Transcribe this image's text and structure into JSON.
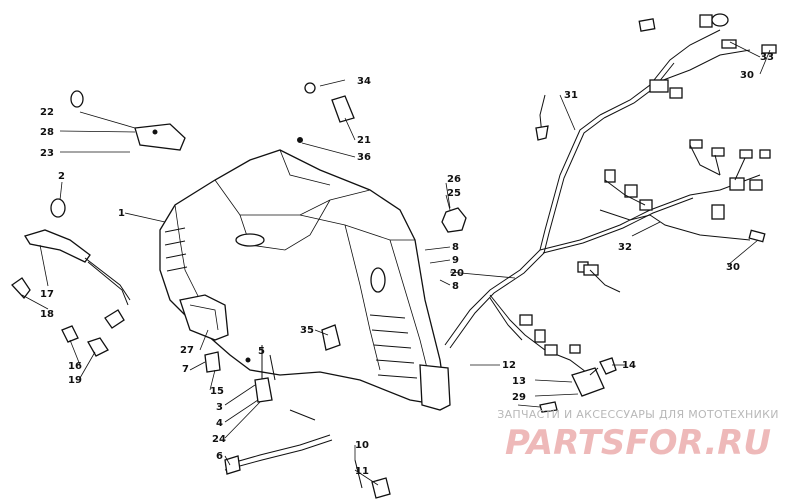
{
  "callouts": [
    {
      "id": "c34",
      "text": "34"
    },
    {
      "id": "c22",
      "text": "22"
    },
    {
      "id": "c28",
      "text": "28"
    },
    {
      "id": "c23",
      "text": "23"
    },
    {
      "id": "c21",
      "text": "21"
    },
    {
      "id": "c36",
      "text": "36"
    },
    {
      "id": "c31",
      "text": "31"
    },
    {
      "id": "c33",
      "text": "33"
    },
    {
      "id": "c30a",
      "text": "30"
    },
    {
      "id": "c2",
      "text": "2"
    },
    {
      "id": "c1",
      "text": "1"
    },
    {
      "id": "c26",
      "text": "26"
    },
    {
      "id": "c25",
      "text": "25"
    },
    {
      "id": "c8a",
      "text": "8"
    },
    {
      "id": "c9",
      "text": "9"
    },
    {
      "id": "c20",
      "text": "20"
    },
    {
      "id": "c8b",
      "text": "8"
    },
    {
      "id": "c32",
      "text": "32"
    },
    {
      "id": "c30b",
      "text": "30"
    },
    {
      "id": "c17",
      "text": "17"
    },
    {
      "id": "c18",
      "text": "18"
    },
    {
      "id": "c35",
      "text": "35"
    },
    {
      "id": "c27",
      "text": "27"
    },
    {
      "id": "c5",
      "text": "5"
    },
    {
      "id": "c16",
      "text": "16"
    },
    {
      "id": "c19",
      "text": "19"
    },
    {
      "id": "c7",
      "text": "7"
    },
    {
      "id": "c15",
      "text": "15"
    },
    {
      "id": "c3",
      "text": "3"
    },
    {
      "id": "c4",
      "text": "4"
    },
    {
      "id": "c24",
      "text": "24"
    },
    {
      "id": "c6",
      "text": "6"
    },
    {
      "id": "c12",
      "text": "12"
    },
    {
      "id": "c14",
      "text": "14"
    },
    {
      "id": "c13",
      "text": "13"
    },
    {
      "id": "c29",
      "text": "29"
    },
    {
      "id": "c10",
      "text": "10"
    },
    {
      "id": "c11",
      "text": "11"
    }
  ],
  "watermark": {
    "tagline": "ЗАПЧАСТИ И АКСЕССУАРЫ ДЛЯ МОТОТЕХНИКИ",
    "logo_text": "PARTSFOR.RU",
    "color": "#e08080"
  }
}
